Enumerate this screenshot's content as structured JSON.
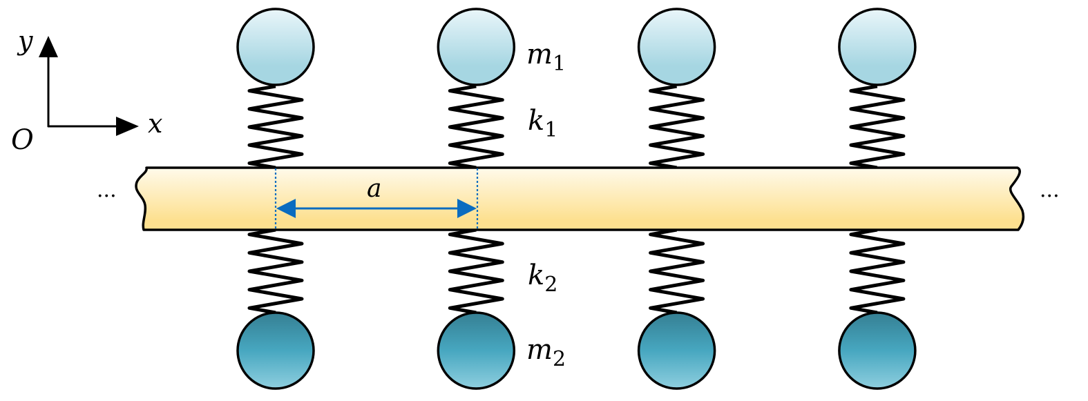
{
  "diagram": {
    "type": "mass-in-mass lattice schematic",
    "axes": {
      "origin_label": "O",
      "x_label": "x",
      "y_label": "y"
    },
    "labels": {
      "m1": {
        "symbol": "m",
        "subscript": "1"
      },
      "k1": {
        "symbol": "k",
        "subscript": "1"
      },
      "k2": {
        "symbol": "k",
        "subscript": "2"
      },
      "m2": {
        "symbol": "m",
        "subscript": "2"
      },
      "lattice_constant": "a"
    },
    "ellipsis_left": "···",
    "ellipsis_right": "···",
    "unit_cell_count": 4,
    "colors": {
      "beam_top": "#fffaeb",
      "beam_bottom": "#fde08f",
      "mass_top_light": "#eaf6fa",
      "mass_top_dark": "#a6d6e2",
      "mass_bottom_dark": "#357f93",
      "mass_bottom_mid": "#47a7c0",
      "mass_bottom_light": "#8fcfdf",
      "dimension_arrow": "#0a6cc0",
      "outline": "#000000"
    }
  }
}
